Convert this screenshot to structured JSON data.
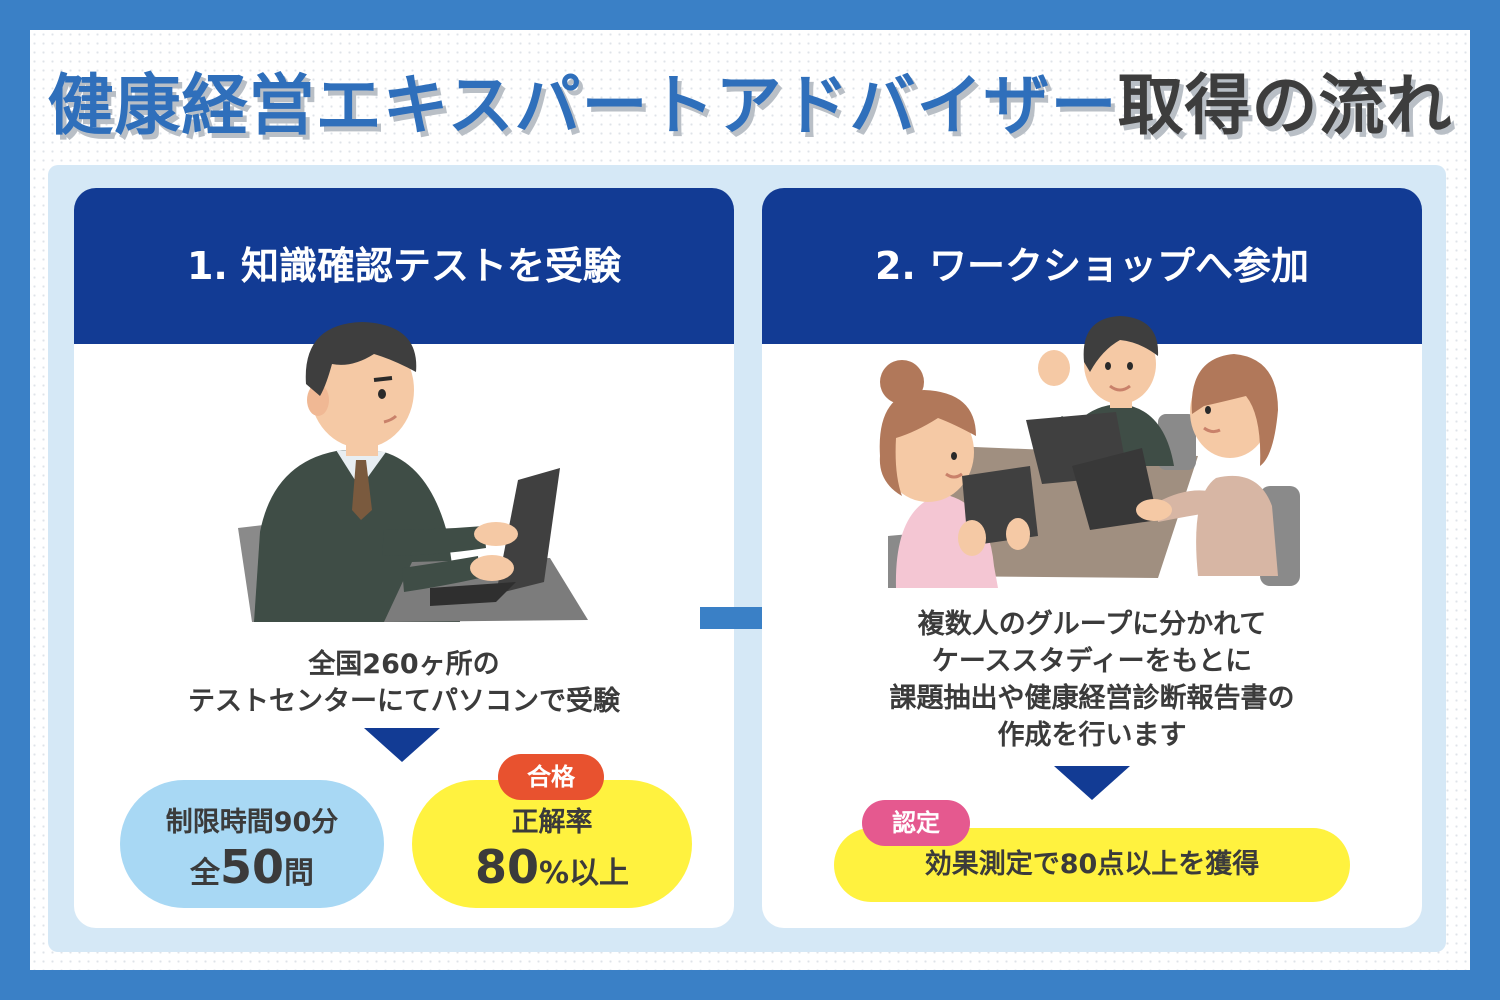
{
  "title": {
    "part1": "健康経営エキスパートアドバイザー",
    "part2": "取得の流れ"
  },
  "step1": {
    "heading": "1. 知識確認テストを受験",
    "desc_line1": "全国260ヶ所の",
    "desc_line2": "テストセンターにてパソコンで受験",
    "limit_line1": "制限時間90分",
    "limit_prefix": "全",
    "limit_number": "50",
    "limit_suffix": "問",
    "pass_badge": "合格",
    "pass_line1": "正解率",
    "pass_number": "80",
    "pass_unit": "%",
    "pass_suffix": "以上"
  },
  "step2": {
    "heading": "2. ワークショップへ参加",
    "desc_line1": "複数人のグループに分かれて",
    "desc_line2": "ケーススタディーをもとに",
    "desc_line3": "課題抽出や健康経営診断報告書の",
    "desc_line4": "作成を行います",
    "cert_badge": "認定",
    "cert_text": "効果測定で80点以上を獲得"
  },
  "colors": {
    "border_blue": "#3a80c6",
    "header_navy": "#123b94",
    "panel_light_blue": "#d5e8f6",
    "pill_blue": "#a8d8f4",
    "pill_yellow": "#fff23f",
    "badge_orange": "#e8522f",
    "badge_pink": "#e5598f"
  }
}
